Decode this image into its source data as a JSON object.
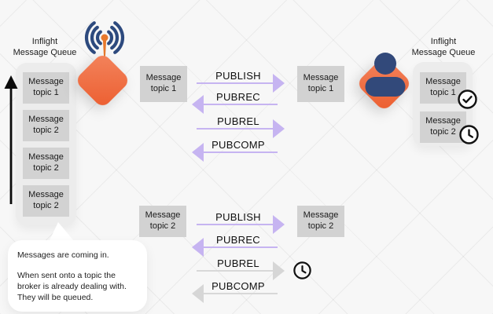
{
  "left_queue": {
    "title": "Inflight\nMessage Queue",
    "items": [
      "Message topic 1",
      "Message topic 2",
      "Message topic 2",
      "Message topic 2"
    ]
  },
  "right_queue": {
    "title": "Inflight\nMessage Queue",
    "items": [
      {
        "label": "Message topic 1",
        "status_icon": "check-circle"
      },
      {
        "label": "Message topic 2",
        "status_icon": "clock"
      }
    ]
  },
  "flow_top": {
    "sender_box": "Message topic 1",
    "receiver_box": "Message topic 1",
    "steps": [
      {
        "label": "PUBLISH",
        "direction": "right",
        "state": "sent"
      },
      {
        "label": "PUBREC",
        "direction": "left",
        "state": "sent"
      },
      {
        "label": "PUBREL",
        "direction": "right",
        "state": "sent"
      },
      {
        "label": "PUBCOMP",
        "direction": "left",
        "state": "sent"
      }
    ]
  },
  "flow_bottom": {
    "sender_box": "Message topic 2",
    "receiver_box": "Message topic 2",
    "steps": [
      {
        "label": "PUBLISH",
        "direction": "right",
        "state": "sent"
      },
      {
        "label": "PUBREC",
        "direction": "left",
        "state": "sent"
      },
      {
        "label": "PUBREL",
        "direction": "right",
        "state": "queued",
        "icon": "clock"
      },
      {
        "label": "PUBCOMP",
        "direction": "left",
        "state": "queued"
      }
    ]
  },
  "speech_bubble": {
    "paragraph_1": "Messages are coming in.",
    "paragraph_2": "When sent onto a topic the broker is already dealing with. They will be queued."
  },
  "icons": {
    "broker": "wifi-antenna-icon",
    "client": "person-icon",
    "delivered": "check-circle-icon",
    "queued": "clock-icon",
    "queue_direction": "up-arrow-icon"
  },
  "colors": {
    "accent_orange": "#ed6335",
    "navy": "#2e4a7c",
    "arrow_purple": "#c6b4f1",
    "arrow_gray": "#d8d8d8",
    "box_gray": "#d2d2d2",
    "queue_bg": "#ececec"
  }
}
